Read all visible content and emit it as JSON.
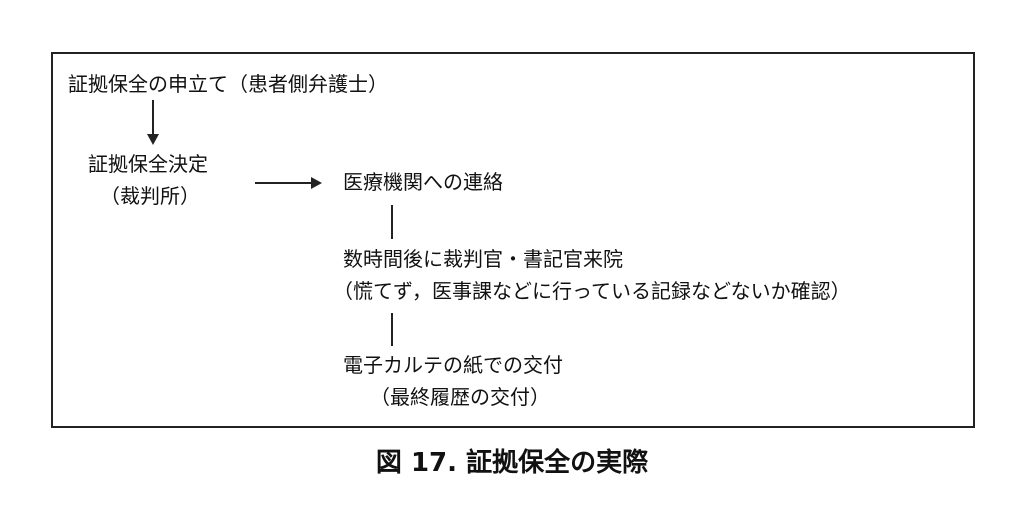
{
  "diagram": {
    "petition": "証拠保全の申立て（患者側弁護士）",
    "decision": "証拠保全決定",
    "decision_by": "（裁判所）",
    "contact": "医療機関への連絡",
    "visit": "数時間後に裁判官・書記官来院",
    "visit_note": "（慌てず，医事課などに行っている記録などないか確認）",
    "delivery": "電子カルテの紙での交付",
    "delivery_note": "（最終履歴の交付）"
  },
  "caption": "図 17.  証拠保全の実際"
}
